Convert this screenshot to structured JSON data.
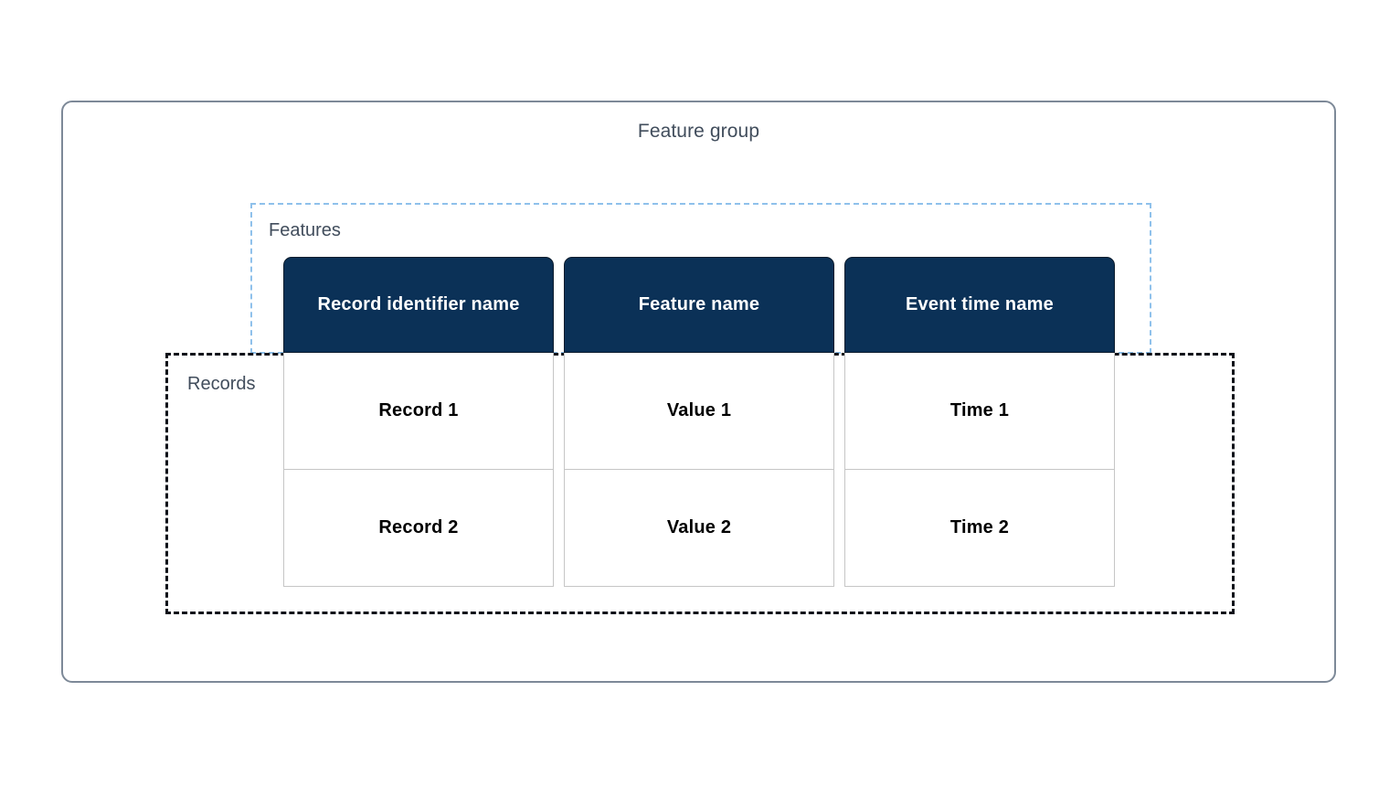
{
  "diagram": {
    "title": "Feature group",
    "groups": {
      "features": {
        "label": "Features",
        "border_color": "#8fc1eb",
        "border_style": "dashed"
      },
      "records": {
        "label": "Records",
        "border_color": "#10131a",
        "border_style": "dashed"
      }
    },
    "colors": {
      "outer_border": "#7d8998",
      "header_background": "#0b3157",
      "header_text": "#ffffff",
      "cell_border": "#c6c6c6",
      "cell_text": "#000000",
      "label_text": "#414d5c"
    },
    "table": {
      "columns": [
        {
          "header": "Record identifier name",
          "cells": [
            "Record 1",
            "Record 2"
          ]
        },
        {
          "header": "Feature name",
          "cells": [
            "Value 1",
            "Value 2"
          ]
        },
        {
          "header": "Event time name",
          "cells": [
            "Time 1",
            "Time 2"
          ]
        }
      ]
    }
  }
}
